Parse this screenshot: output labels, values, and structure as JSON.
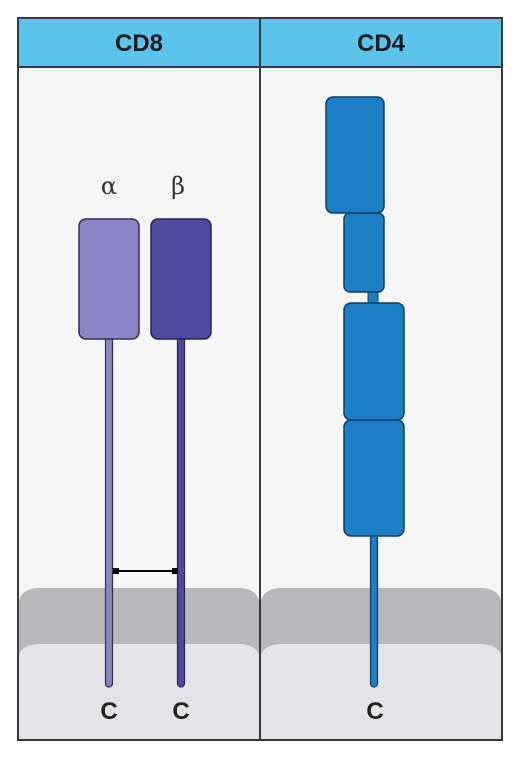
{
  "panels": [
    {
      "header": "CD8"
    },
    {
      "header": "CD4"
    }
  ],
  "cd8": {
    "alpha_label": "α",
    "beta_label": "β",
    "alpha_terminus": "C",
    "beta_terminus": "C"
  },
  "cd4": {
    "terminus": "C"
  },
  "colors": {
    "header_bg": "#5bc4ec",
    "frame": "#3a3a3a",
    "panel_bg": "#f6f6f6",
    "membrane_outer": "#b8b8ba",
    "membrane_inner": "#e4e4e6",
    "cd8_alpha": "#8a86c6",
    "cd8_beta": "#4e4a9e",
    "cd4": "#1b7fc6"
  }
}
